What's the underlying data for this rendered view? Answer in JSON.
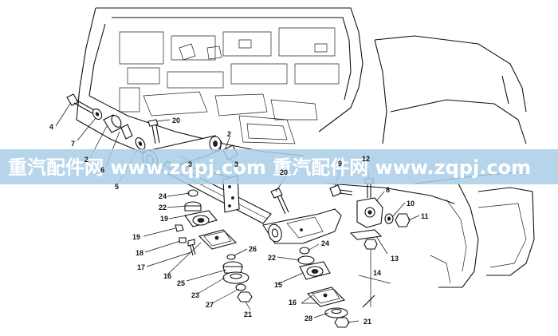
{
  "watermark": {
    "text": "重汽配件网 www.zqpj.com 重汽配件网 www.zqpj.com",
    "band_color": "#a9cde6",
    "text_color": "#ffffff"
  },
  "colors": {
    "line": "#111111",
    "background": "#ffffff"
  },
  "part_labels": [
    {
      "id": "l-4",
      "text": "4"
    },
    {
      "id": "l-7",
      "text": "7"
    },
    {
      "id": "l-2a",
      "text": "2"
    },
    {
      "id": "l-6",
      "text": "6"
    },
    {
      "id": "l-5",
      "text": "5"
    },
    {
      "id": "l-20a",
      "text": "20"
    },
    {
      "id": "l-3a",
      "text": "3"
    },
    {
      "id": "l-2b",
      "text": "2"
    },
    {
      "id": "l-3b",
      "text": "3"
    },
    {
      "id": "l-20b",
      "text": "20"
    },
    {
      "id": "l-9",
      "text": "9"
    },
    {
      "id": "l-12",
      "text": "12"
    },
    {
      "id": "l-8",
      "text": "8"
    },
    {
      "id": "l-10",
      "text": "10"
    },
    {
      "id": "l-11",
      "text": "11"
    },
    {
      "id": "l-24a",
      "text": "24"
    },
    {
      "id": "l-22a",
      "text": "22"
    },
    {
      "id": "l-19a",
      "text": "19"
    },
    {
      "id": "l-19b",
      "text": "19"
    },
    {
      "id": "l-18",
      "text": "18"
    },
    {
      "id": "l-17",
      "text": "17"
    },
    {
      "id": "l-16a",
      "text": "16"
    },
    {
      "id": "l-26",
      "text": "26"
    },
    {
      "id": "l-25",
      "text": "25"
    },
    {
      "id": "l-23",
      "text": "23"
    },
    {
      "id": "l-27",
      "text": "27"
    },
    {
      "id": "l-21a",
      "text": "21"
    },
    {
      "id": "l-24b",
      "text": "24"
    },
    {
      "id": "l-22b",
      "text": "22"
    },
    {
      "id": "l-15",
      "text": "15"
    },
    {
      "id": "l-16b",
      "text": "16"
    },
    {
      "id": "l-28",
      "text": "28"
    },
    {
      "id": "l-21b",
      "text": "21"
    },
    {
      "id": "l-13",
      "text": "13"
    },
    {
      "id": "l-14",
      "text": "14"
    }
  ]
}
